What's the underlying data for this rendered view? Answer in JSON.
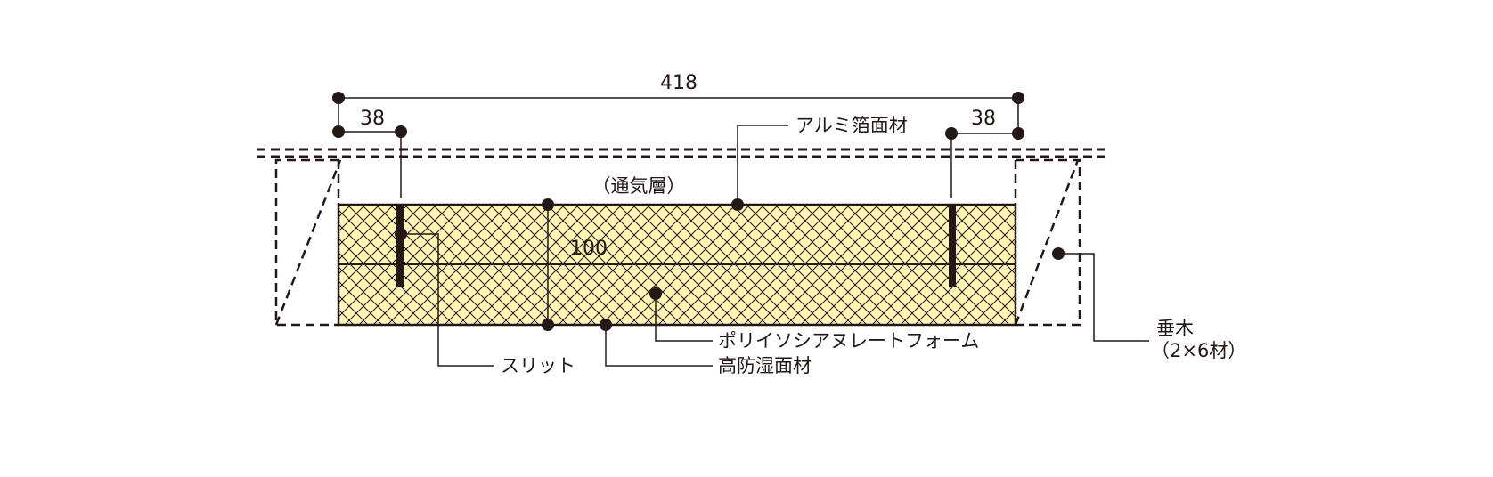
{
  "dimensions": {
    "total_width": "418",
    "left_offset": "38",
    "right_offset": "38",
    "insulation_thickness": "100"
  },
  "labels": {
    "air_layer": "（通気層）",
    "aluminum_facer": "アルミ箔面材",
    "polyiso_foam": "ポリイソシアヌレートフォーム",
    "vapor_barrier": "高防湿面材",
    "slit": "スリット",
    "rafter_line1": "垂木",
    "rafter_line2": "（2×6材）"
  },
  "colors": {
    "insulation_fill": "#fdf3b4",
    "hatch": "#231815",
    "line": "#231815",
    "background": "#ffffff"
  }
}
